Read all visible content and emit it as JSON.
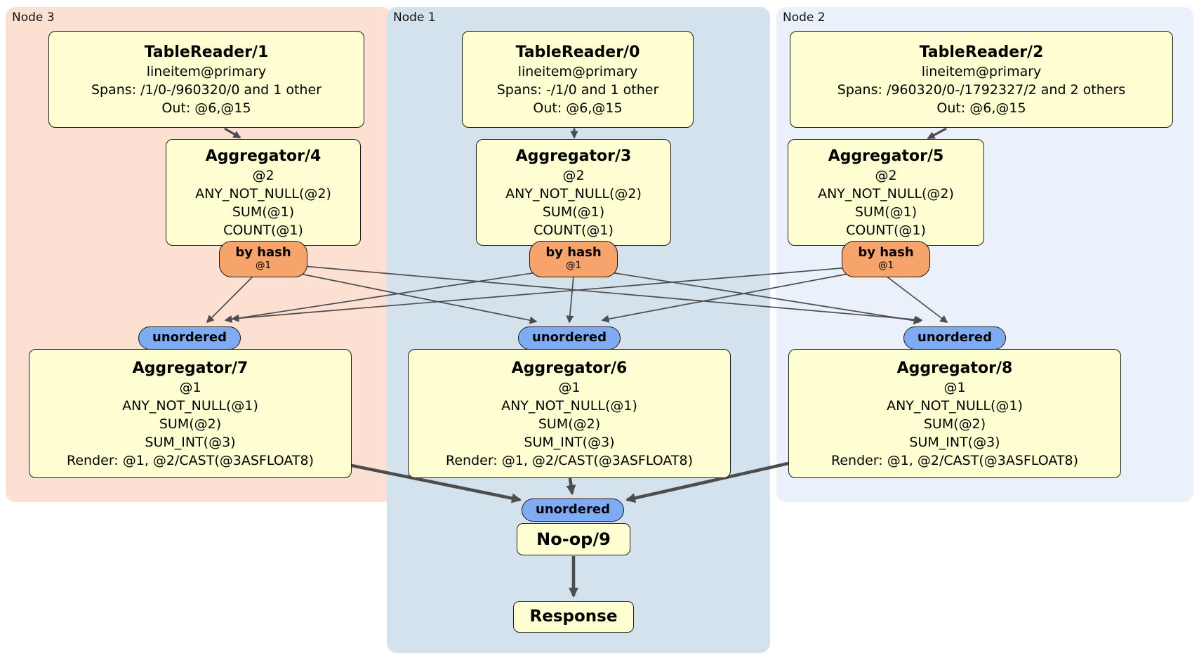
{
  "regions": {
    "node3": {
      "label": "Node 3"
    },
    "node1": {
      "label": "Node 1"
    },
    "node2": {
      "label": "Node 2"
    }
  },
  "processors": {
    "tablereader1": {
      "title": "TableReader/1",
      "line1": "lineitem@primary",
      "line2": "Spans: /1/0-/960320/0 and 1 other",
      "line3": "Out: @6,@15"
    },
    "tablereader0": {
      "title": "TableReader/0",
      "line1": "lineitem@primary",
      "line2": "Spans: -/1/0 and 1 other",
      "line3": "Out: @6,@15"
    },
    "tablereader2": {
      "title": "TableReader/2",
      "line1": "lineitem@primary",
      "line2": "Spans: /960320/0-/1792327/2 and 2 others",
      "line3": "Out: @6,@15"
    },
    "aggregator4": {
      "title": "Aggregator/4",
      "line1": "@2",
      "line2": "ANY_NOT_NULL(@2)",
      "line3": "SUM(@1)",
      "line4": "COUNT(@1)"
    },
    "aggregator3": {
      "title": "Aggregator/3",
      "line1": "@2",
      "line2": "ANY_NOT_NULL(@2)",
      "line3": "SUM(@1)",
      "line4": "COUNT(@1)"
    },
    "aggregator5": {
      "title": "Aggregator/5",
      "line1": "@2",
      "line2": "ANY_NOT_NULL(@2)",
      "line3": "SUM(@1)",
      "line4": "COUNT(@1)"
    },
    "aggregator7": {
      "title": "Aggregator/7",
      "line1": "@1",
      "line2": "ANY_NOT_NULL(@1)",
      "line3": "SUM(@2)",
      "line4": "SUM_INT(@3)",
      "line5": "Render: @1, @2/CAST(@3ASFLOAT8)"
    },
    "aggregator6": {
      "title": "Aggregator/6",
      "line1": "@1",
      "line2": "ANY_NOT_NULL(@1)",
      "line3": "SUM(@2)",
      "line4": "SUM_INT(@3)",
      "line5": "Render: @1, @2/CAST(@3ASFLOAT8)"
    },
    "aggregator8": {
      "title": "Aggregator/8",
      "line1": "@1",
      "line2": "ANY_NOT_NULL(@1)",
      "line3": "SUM(@2)",
      "line4": "SUM_INT(@3)",
      "line5": "Render: @1, @2/CAST(@3ASFLOAT8)"
    },
    "noop": {
      "title": "No-op/9"
    },
    "response": {
      "title": "Response"
    }
  },
  "routers": {
    "by_hash": {
      "label": "by hash",
      "detail": "@1"
    },
    "unordered": {
      "label": "unordered"
    }
  },
  "colors": {
    "node3_bg": "#fce0d2",
    "node1_bg": "#d3e2ec",
    "node2_bg": "#ebf1fb",
    "box_fill": "#ffffd2",
    "box_border": "#1a1a1a",
    "hash_fill": "#f7a36c",
    "unordered_fill": "#7fabf2",
    "edge_color": "#4d4d4d",
    "text_color": "#000000"
  }
}
